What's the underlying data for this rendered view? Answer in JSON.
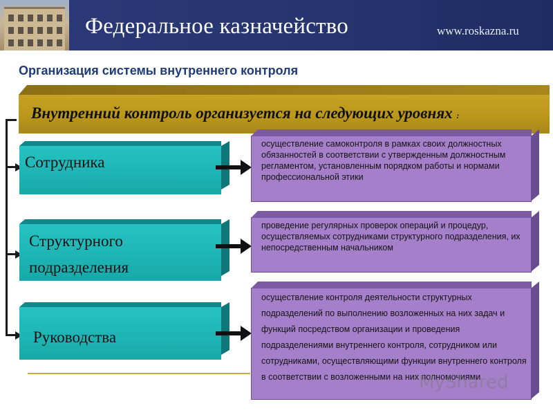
{
  "header": {
    "title": "Федеральное казначейство",
    "url": "www.roskazna.ru"
  },
  "page_title": "Организация системы внутреннего контроля",
  "banner": {
    "text": "Внутренний контроль организуется на следующих уровнях",
    "suffix": ":"
  },
  "levels": [
    {
      "label_lines": [
        "Сотрудника"
      ],
      "description": "осуществление самоконтроля в рамках своих должностных обязанностей в соответствии с утвержденным должностным регламентом, установленным порядком работы и нормами профессиональной этики"
    },
    {
      "label_lines": [
        "Структурного",
        "подразделения"
      ],
      "description": "проведение регулярных проверок операций и процедур, осуществляемых сотрудниками структурного подразделения, их непосредственным начальником"
    },
    {
      "label_lines": [
        "Руководства"
      ],
      "description": "осуществление контроля деятельности структурных подразделений по выполнению возложенных на них задач и функций посредством организации и проведения подразделениями внутреннего контроля, сотрудником или сотрудниками, осуществляющими функции внутреннего контроля в соответствии с возложенными на них полномочиями"
    }
  ],
  "watermark": "MyShared",
  "colors": {
    "header_bg": "#2b3a78",
    "title": "#1f3b78",
    "banner": "#b99619",
    "level_box": "#1fb3b4",
    "description_box": "#a57fc9"
  }
}
